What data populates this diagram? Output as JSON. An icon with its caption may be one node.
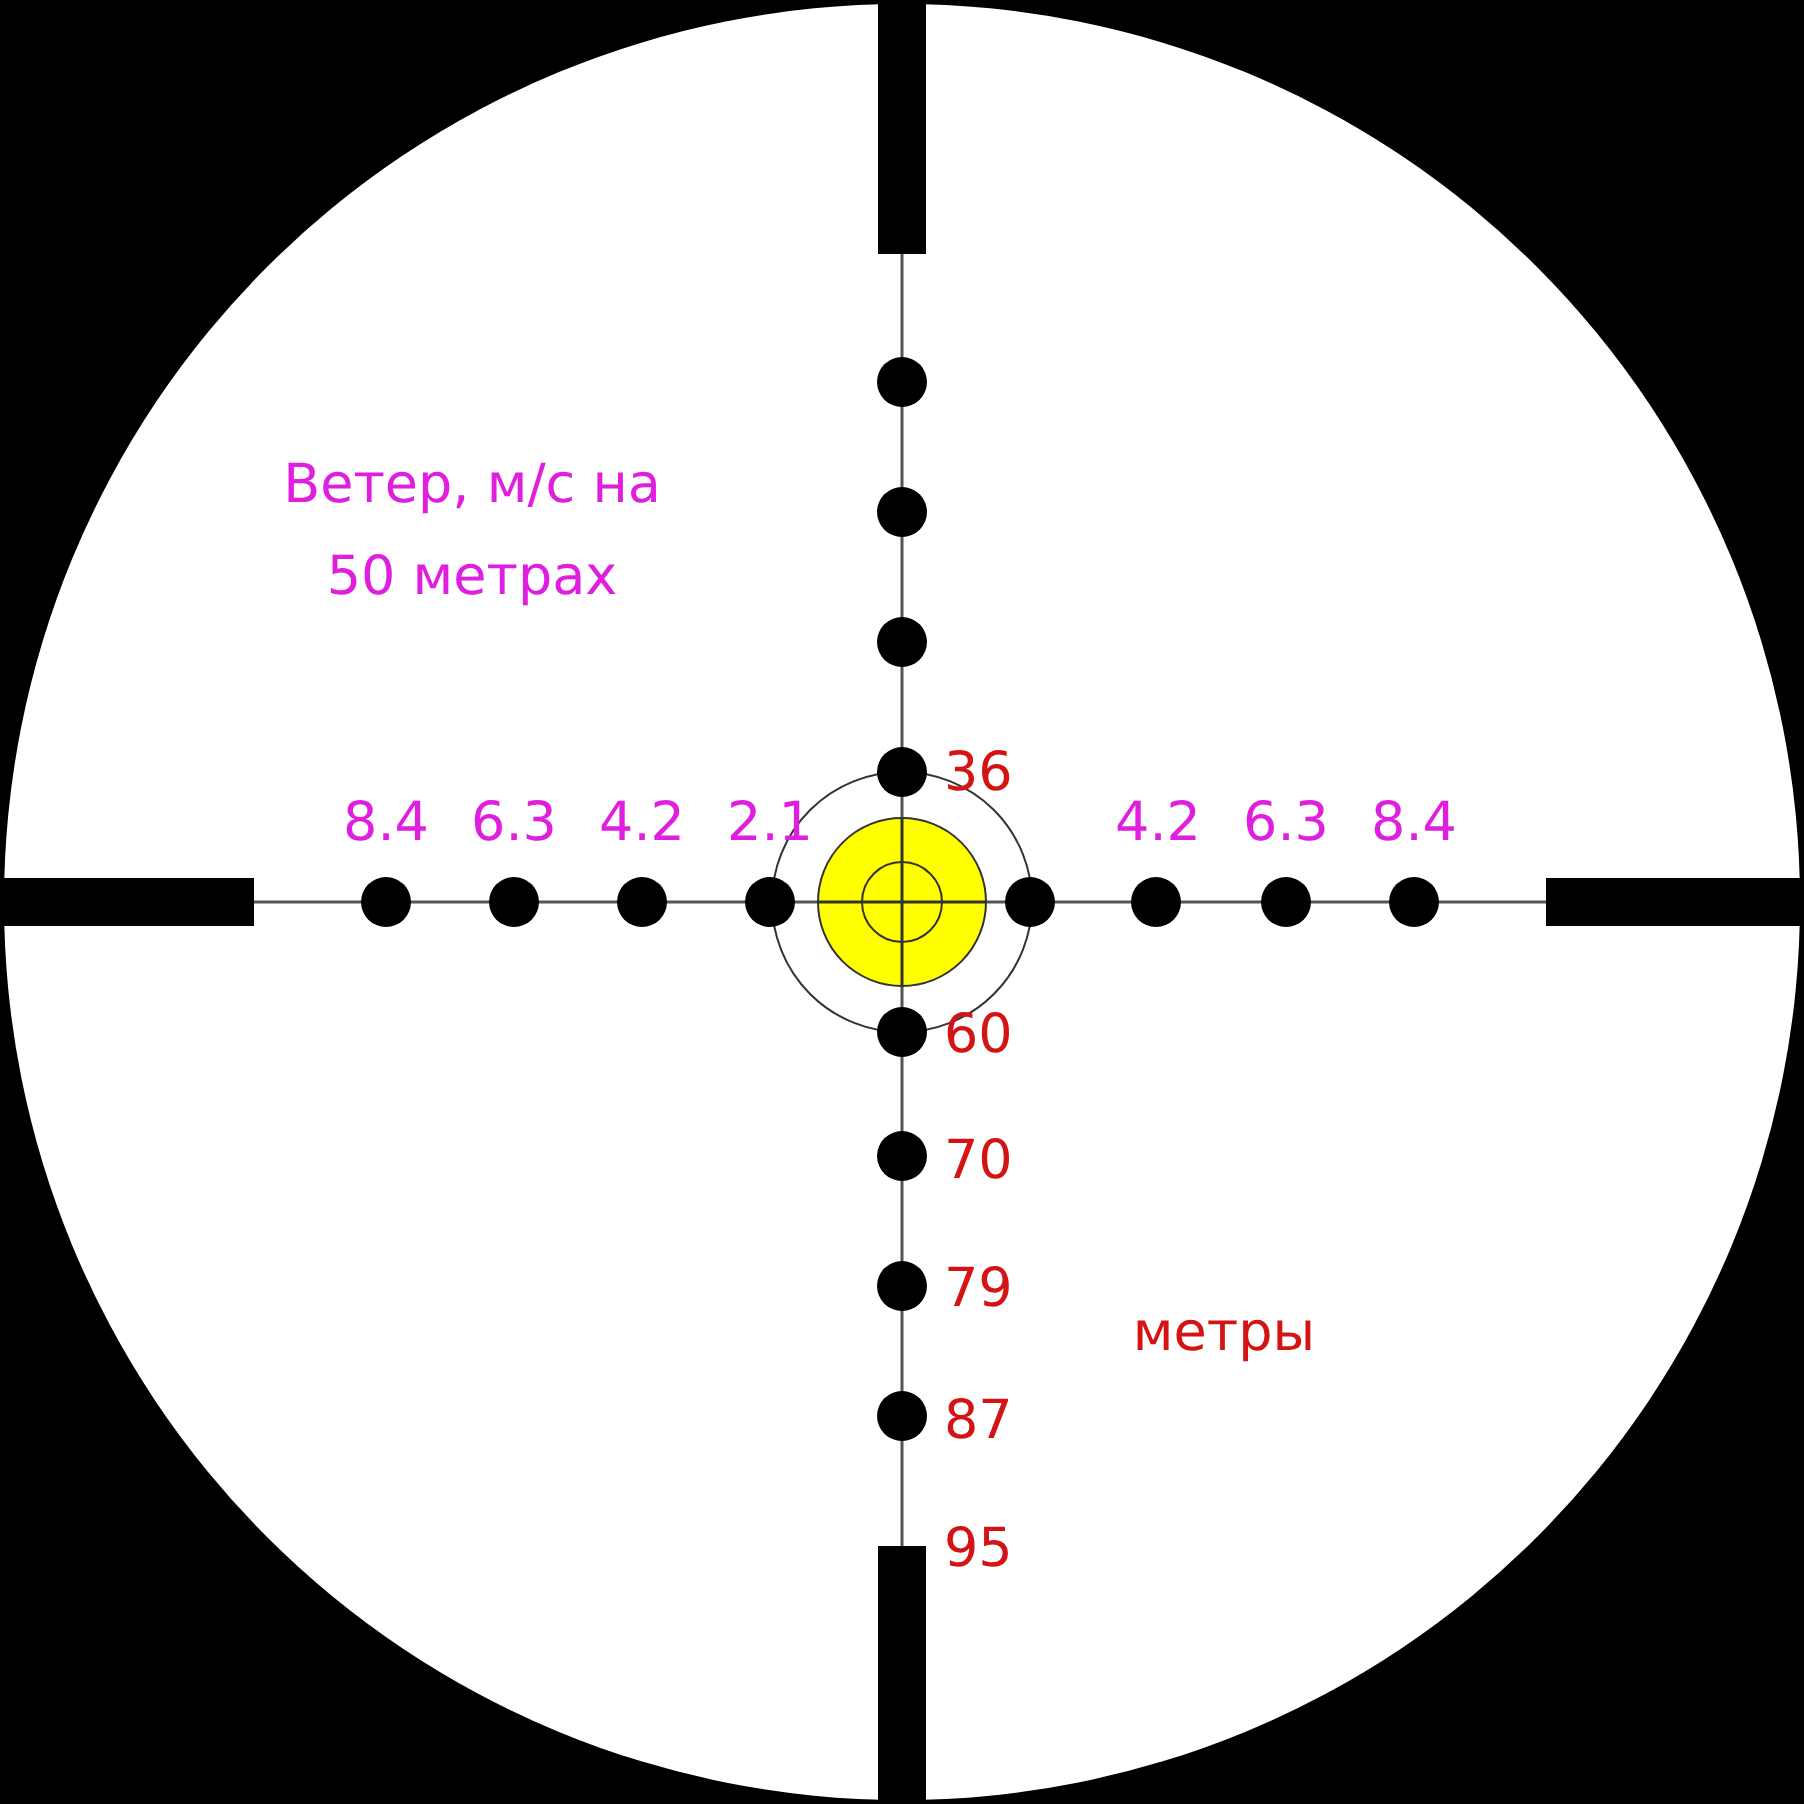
{
  "diagram": {
    "labels": [
      "Ветер, м/с на 50 метрах",
      "36",
      "8.4",
      "6.3",
      "4.2",
      "2.1",
      "4.2",
      "6.3",
      "8.4",
      "60",
      "70",
      "79",
      "метры",
      "87",
      "95"
    ]
  }
}
